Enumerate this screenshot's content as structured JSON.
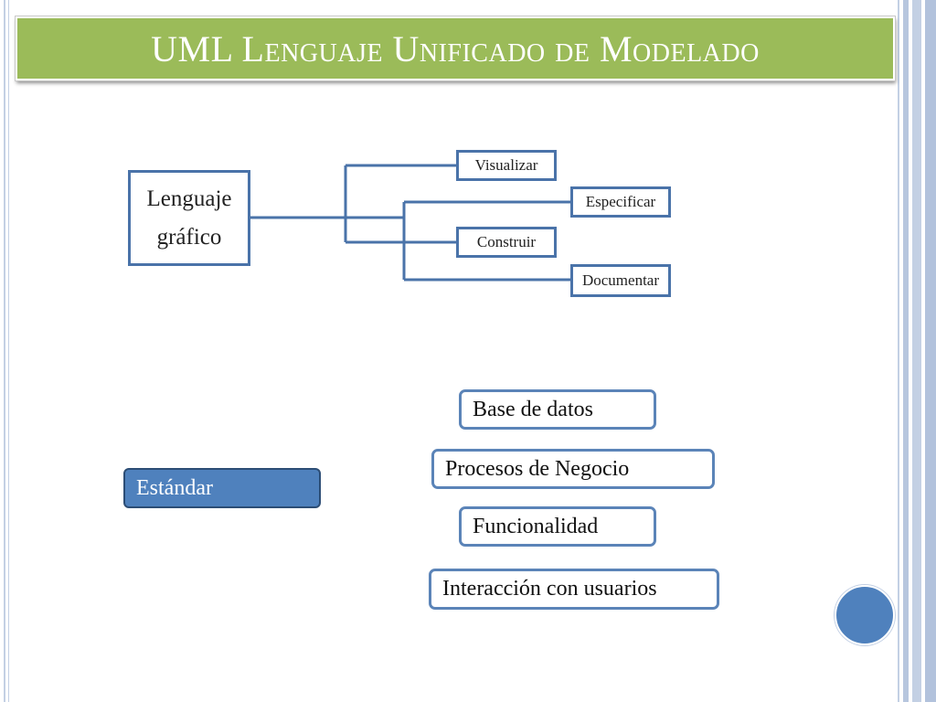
{
  "slide": {
    "title": "UML Lenguaje Unificado de Modelado"
  },
  "tree": {
    "root": {
      "line1": "Lenguaje",
      "line2": "gráfico"
    },
    "children": [
      "Visualizar",
      "Especificar",
      "Construir",
      "Documentar"
    ]
  },
  "standard": {
    "label": "Estándar",
    "items": [
      "Base de datos",
      "Procesos de Negocio",
      "Funcionalidad",
      "Interacción con usuarios"
    ]
  },
  "colors": {
    "title_bar": "#9bbb59",
    "box_border": "#4a73a9",
    "accent_blue": "#4f81bd",
    "frame": "#c3d0e4"
  }
}
